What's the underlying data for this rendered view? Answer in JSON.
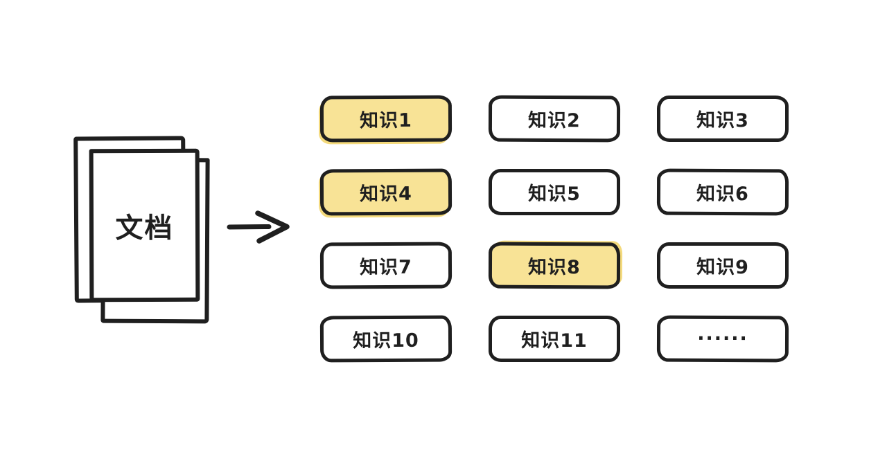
{
  "diagram": {
    "background_color": "#ffffff",
    "ink_color": "#1f1f1f",
    "highlight_color": "#F8E396",
    "document": {
      "label": "文档"
    },
    "arrow": {
      "direction": "right"
    },
    "grid": {
      "columns": 3,
      "rows": 4,
      "boxes": [
        {
          "label": "知识1",
          "highlight": true
        },
        {
          "label": "知识2",
          "highlight": false
        },
        {
          "label": "知识3",
          "highlight": false
        },
        {
          "label": "知识4",
          "highlight": true
        },
        {
          "label": "知识5",
          "highlight": false
        },
        {
          "label": "知识6",
          "highlight": false
        },
        {
          "label": "知识7",
          "highlight": false
        },
        {
          "label": "知识8",
          "highlight": true
        },
        {
          "label": "知识9",
          "highlight": false
        },
        {
          "label": "知识10",
          "highlight": false
        },
        {
          "label": "知识11",
          "highlight": false
        },
        {
          "label": "......",
          "highlight": false
        }
      ]
    }
  }
}
